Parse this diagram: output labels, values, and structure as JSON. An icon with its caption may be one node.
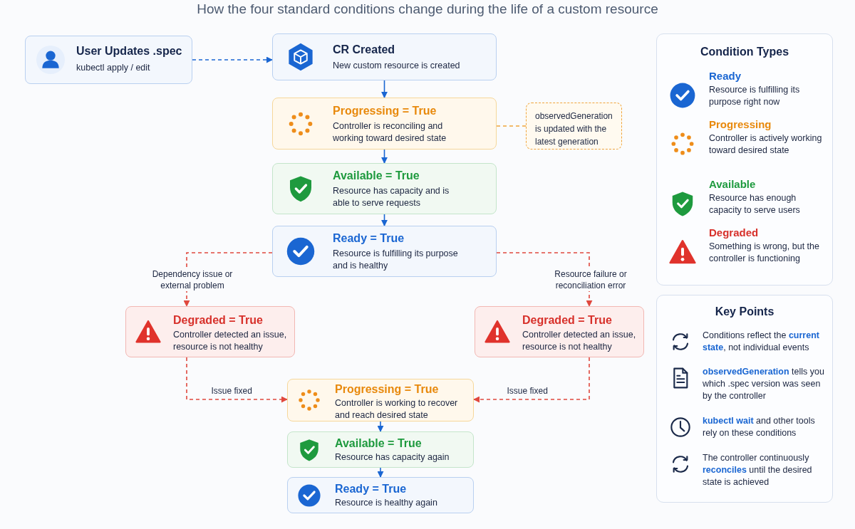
{
  "diagram": {
    "title": "How the four standard conditions change during the life of a custom resource",
    "nodes": [
      {
        "text": [
          "User Updates .spec",
          "kubectl apply / edit"
        ]
      },
      {
        "text": [
          "CR Created",
          "New custom resource is created"
        ]
      },
      {
        "text": [
          "Progressing = True",
          "Controller is reconciling and working toward desired state"
        ]
      },
      {
        "text": [
          "observedGeneration is updated with the latest generation"
        ]
      },
      {
        "text": [
          "Available = True",
          "Resource has capacity and is able to serve requests"
        ]
      },
      {
        "text": [
          "Ready = True",
          "Resource is fulfilling its purpose and is healthy"
        ]
      },
      {
        "text": [
          "Degraded = True",
          "Controller detected an issue, resource is not healthy"
        ]
      },
      {
        "text": [
          "Degraded = True",
          "Controller detected an issue, resource is not healthy"
        ]
      },
      {
        "text": [
          "Progressing = True",
          "Controller is working to recover and reach desired state"
        ]
      },
      {
        "text": [
          "Available = True",
          "Resource has capacity again"
        ]
      },
      {
        "text": [
          "Ready = True",
          "Resource is healthy again"
        ]
      },
      {
        "text": [
          "Condition Types",
          "Ready",
          "Resource is fulfilling its purpose right now",
          "Progressing",
          "Controller is actively working toward desired state",
          "Available",
          "Resource has enough capacity to serve users",
          "Degraded",
          "Something is wrong, but the controller is functioning"
        ]
      },
      {
        "text": [
          "Key Points",
          "Conditions reflect the **current state**, not individual events",
          "**observedGeneration** tells you which .spec version was seen by the controller",
          "**kubectl wait** and other tools rely on these conditions",
          "The controller continuously **reconciles** until the desired state is achieved"
        ]
      }
    ],
    "edges": [
      {
        "from": 0,
        "to": 1,
        "arrow": "to",
        "style": "dashed"
      },
      {
        "from": 1,
        "to": 2,
        "arrow": "to"
      },
      {
        "from": 2,
        "to": 4,
        "arrow": "to"
      },
      {
        "from": 4,
        "to": 5,
        "arrow": "to"
      },
      {
        "from": 2,
        "to": 3,
        "arrow": "none",
        "style": "dashed",
        "color": "#f0a43a"
      },
      {
        "from": 5,
        "to": 6,
        "arrow": "to",
        "style": "dashed",
        "color": "#e0483e",
        "label": "Dependency issue or external problem"
      },
      {
        "from": 5,
        "to": 7,
        "arrow": "to",
        "style": "dashed",
        "color": "#e0483e",
        "label": "Resource failure or reconciliation error"
      },
      {
        "from": 6,
        "to": 8,
        "arrow": "to",
        "style": "dashed",
        "color": "#e0483e",
        "label": "Issue fixed"
      },
      {
        "from": 7,
        "to": 8,
        "arrow": "to",
        "style": "dashed",
        "color": "#e0483e",
        "label": "Issue fixed"
      },
      {
        "from": 8,
        "to": 9,
        "arrow": "to"
      },
      {
        "from": 9,
        "to": 10,
        "arrow": "to"
      }
    ]
  }
}
